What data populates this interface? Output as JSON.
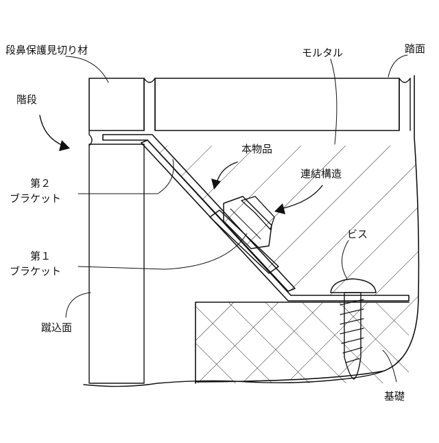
{
  "labels": {
    "nosing_guard": "段鼻保護見切り材",
    "mortar": "モルタル",
    "tread": "踏面",
    "stairs": "階段",
    "product": "本物品",
    "connection": "連結構造",
    "second_bracket_line1": "第２",
    "second_bracket_line2": "ブラケット",
    "first_bracket_line1": "第１",
    "first_bracket_line2": "ブラケット",
    "screw": "ビス",
    "riser": "蹴込面",
    "foundation": "基礎"
  },
  "colors": {
    "line": "#111111",
    "background": "#ffffff"
  }
}
